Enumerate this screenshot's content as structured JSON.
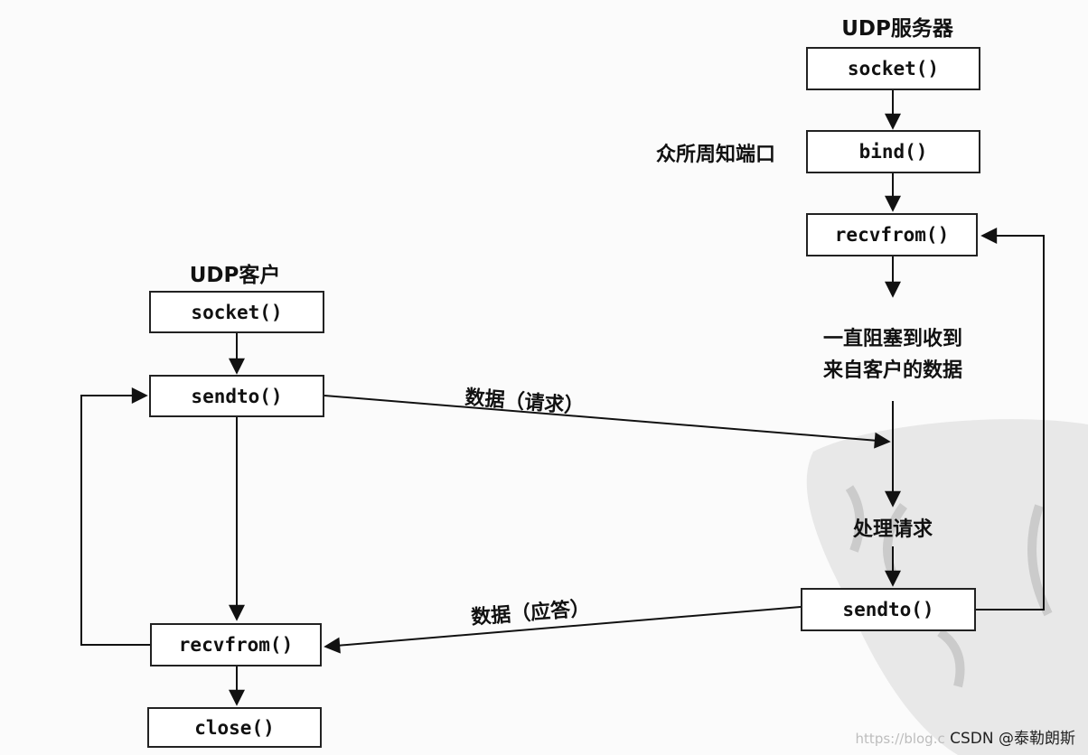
{
  "server": {
    "title": "UDP服务器",
    "socket": "socket()",
    "bind": "bind()",
    "bind_note": "众所周知端口",
    "recvfrom": "recvfrom()",
    "block_line1": "一直阻塞到收到",
    "block_line2": "来自客户的数据",
    "process": "处理请求",
    "sendto": "sendto()"
  },
  "client": {
    "title": "UDP客户",
    "socket": "socket()",
    "sendto": "sendto()",
    "recvfrom": "recvfrom()",
    "close": "close()"
  },
  "messages": {
    "request": "数据（请求）",
    "reply": "数据（应答）"
  },
  "credit": {
    "url": "https://blog.c",
    "text": "CSDN @泰勒朗斯"
  }
}
